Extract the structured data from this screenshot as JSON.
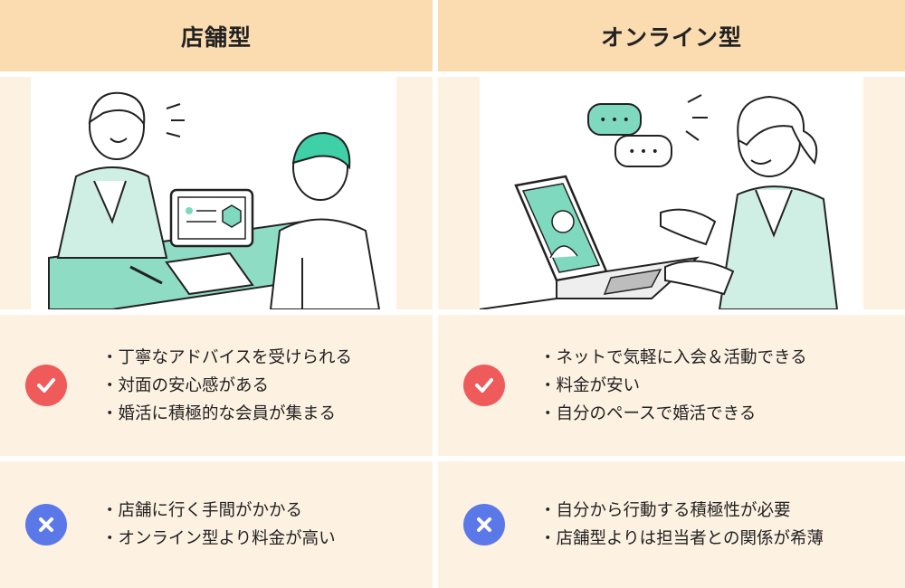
{
  "columns": [
    {
      "title": "店舗型",
      "pros": [
        "丁寧なアドバイスを受けられる",
        "対面の安心感がある",
        "婚活に積極的な会員が集まる"
      ],
      "cons": [
        "店舗に行く手間がかかる",
        "オンライン型より料金が高い"
      ]
    },
    {
      "title": "オンライン型",
      "pros": [
        "ネットで気軽に入会＆活動できる",
        "料金が安い",
        "自分のペースで婚活できる"
      ],
      "cons": [
        "自分から行動する積極性が必要",
        "店舗型よりは担当者との関係が希薄"
      ]
    }
  ],
  "colors": {
    "header_bg": "#fbdcb0",
    "cell_bg": "#fdf1e2",
    "check_badge": "#ef5a5a",
    "cross_badge": "#5b78e8",
    "accent_green": "#7fd9bf"
  },
  "icons": {
    "pro": "check-icon",
    "con": "cross-icon"
  }
}
